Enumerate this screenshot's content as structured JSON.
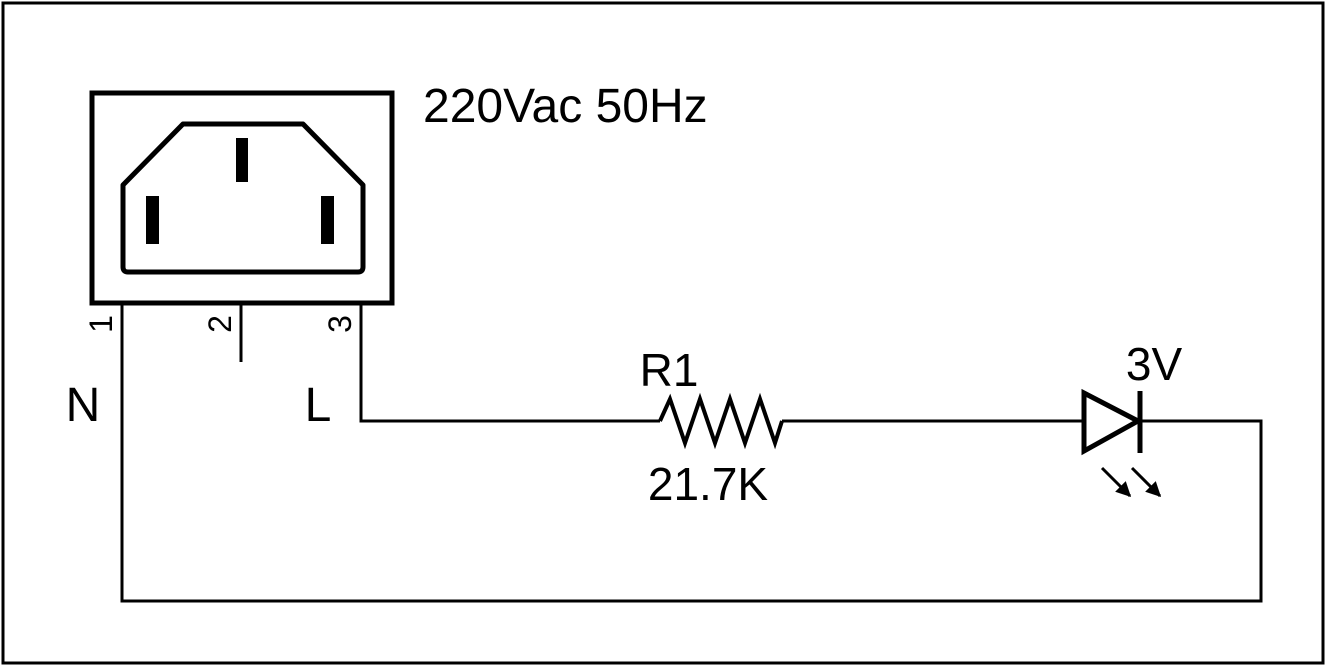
{
  "diagram": {
    "supply_label": "220Vac 50Hz",
    "pins": [
      "1",
      "2",
      "3"
    ],
    "neutral_label": "N",
    "line_label": "L",
    "resistor": {
      "ref": "R1",
      "value": "21.7K"
    },
    "led": {
      "voltage": "3V"
    }
  },
  "colors": {
    "line": "#000000",
    "background": "#ffffff"
  }
}
